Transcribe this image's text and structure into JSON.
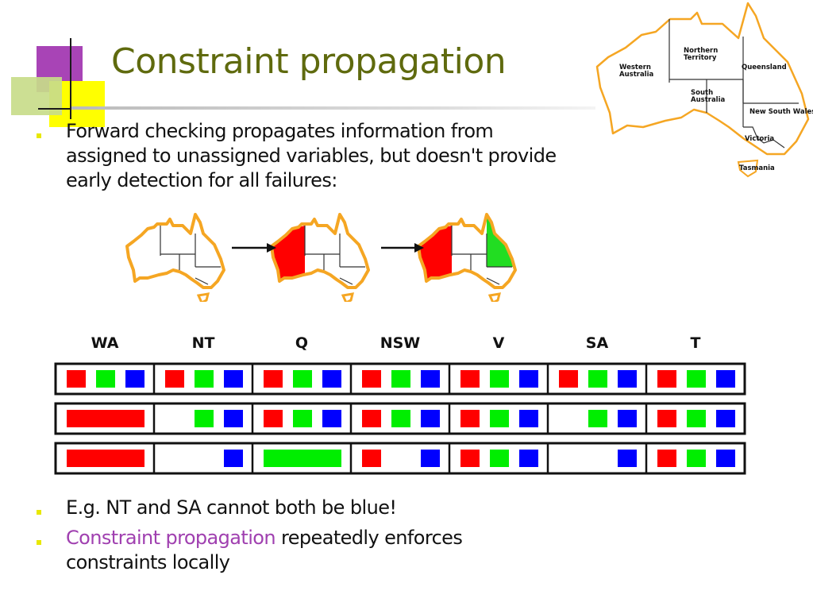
{
  "slide": {
    "title": "Constraint propagation",
    "bullets": [
      {
        "text": "Forward checking propagates information from assigned to unassigned variables, but doesn't provide early detection for all failures:"
      },
      {
        "text": "E.g. NT and SA cannot both be blue!"
      },
      {
        "highlight": "Constraint propagation",
        "text": " repeatedly enforces constraints locally"
      }
    ]
  },
  "map": {
    "labels": {
      "wa": [
        "Western",
        "Australia"
      ],
      "nt": [
        "Northern",
        "Territory"
      ],
      "q": [
        "Queensland"
      ],
      "sa": [
        "South",
        "Australia"
      ],
      "nsw": [
        "New South Wales"
      ],
      "v": [
        "Victoria"
      ],
      "t": [
        "Tasmania"
      ]
    }
  },
  "domain_table": {
    "columns": [
      "WA",
      "NT",
      "Q",
      "NSW",
      "V",
      "SA",
      "T"
    ],
    "rows": [
      [
        [
          "red",
          "green",
          "blue"
        ],
        [
          "red",
          "green",
          "blue"
        ],
        [
          "red",
          "green",
          "blue"
        ],
        [
          "red",
          "green",
          "blue"
        ],
        [
          "red",
          "green",
          "blue"
        ],
        [
          "red",
          "green",
          "blue"
        ],
        [
          "red",
          "green",
          "blue"
        ]
      ],
      [
        [
          "red"
        ],
        [
          "green",
          "blue"
        ],
        [
          "red",
          "green",
          "blue"
        ],
        [
          "red",
          "green",
          "blue"
        ],
        [
          "red",
          "green",
          "blue"
        ],
        [
          "green",
          "blue"
        ],
        [
          "red",
          "green",
          "blue"
        ]
      ],
      [
        [
          "red"
        ],
        [
          "blue"
        ],
        [
          "green"
        ],
        [
          "red",
          "blue"
        ],
        [
          "red",
          "green",
          "blue"
        ],
        [
          "blue"
        ],
        [
          "red",
          "green",
          "blue"
        ]
      ]
    ],
    "colors": {
      "red": "#ff0000",
      "green": "#00ee00",
      "blue": "#0000ff"
    }
  },
  "map_sequence": [
    {
      "WA": null,
      "Q": null
    },
    {
      "WA": "red",
      "Q": null
    },
    {
      "WA": "red",
      "Q": "green"
    }
  ]
}
